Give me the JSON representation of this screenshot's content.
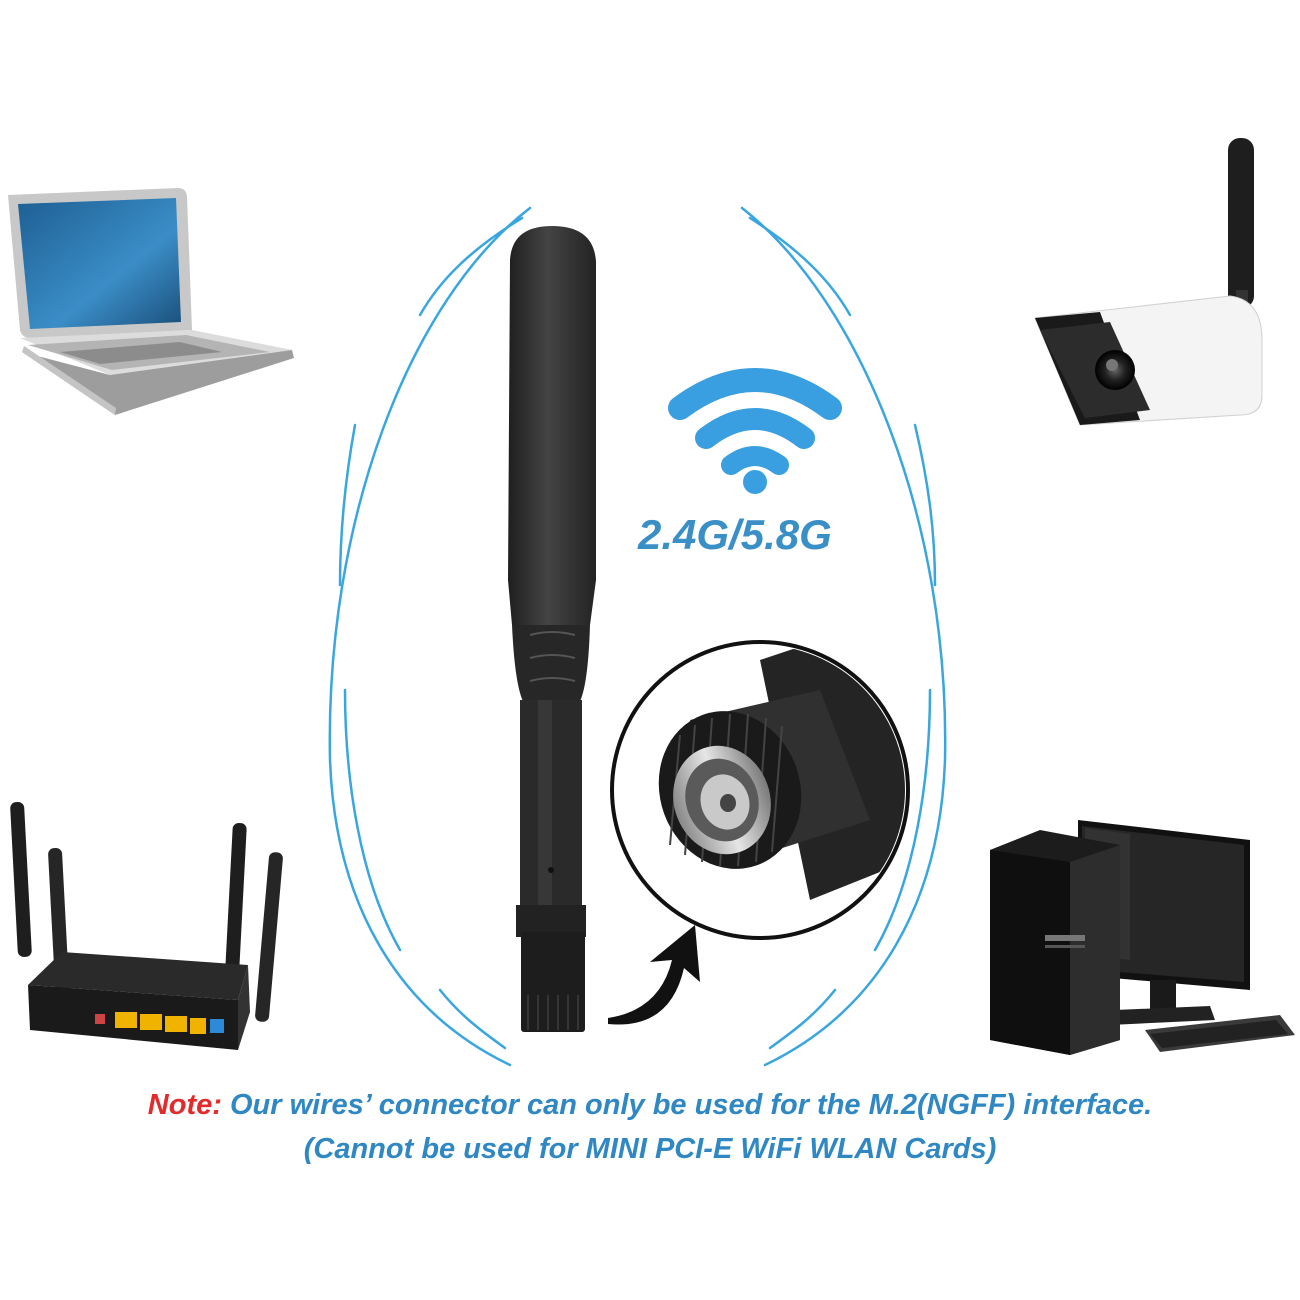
{
  "band_label": "2.4G/5.8G",
  "note": {
    "label": "Note:",
    "line1": "Our wires’ connector can only be used for the M.2(NGFF) interface.",
    "line2": "(Cannot be used for MINI PCI-E WiFi WLAN Cards)"
  },
  "colors": {
    "arc_blue": "#3aa6e0",
    "wifi_blue": "#3a9fe0",
    "note_red": "#e32b2b",
    "note_blue": "#2f87c4",
    "antenna_black": "#2b2b2b"
  },
  "icons": [
    "laptop-icon",
    "security-camera-icon",
    "wifi-router-icon",
    "desktop-pc-icon",
    "wifi-signal-icon",
    "antenna-icon",
    "sma-connector-icon",
    "curved-arrow-icon"
  ]
}
